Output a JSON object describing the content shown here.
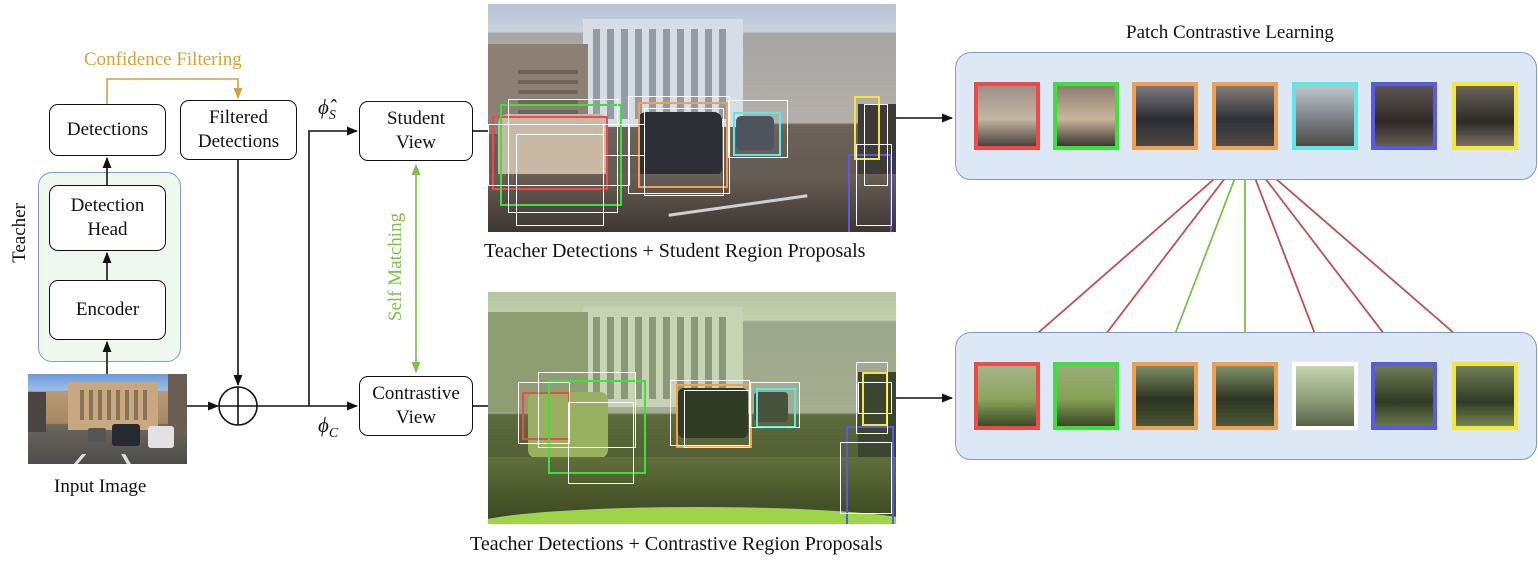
{
  "teacher_label": "Teacher",
  "confidence_filtering": "Confidence Filtering",
  "detections": "Detections",
  "filtered_detections": [
    "Filtered",
    "Detections"
  ],
  "detection_head": [
    "Detection",
    "Head"
  ],
  "encoder": "Encoder",
  "input_image": "Input Image",
  "phi_s": "ϕ̂",
  "phi_s_sub": "S",
  "phi_c": "ϕ",
  "phi_c_sub": "C",
  "student_view": [
    "Student",
    "View"
  ],
  "contrastive_view": [
    "Contrastive",
    "View"
  ],
  "self_matching": "Self Matching",
  "caption_top": "Teacher Detections + Student Region Proposals",
  "caption_bottom": "Teacher Detections + Contrastive Region Proposals",
  "patch_title": "Patch Contrastive Learning",
  "colors": {
    "confidence": "#d4a23a",
    "self_match": "#7dbf4a",
    "arrow_red": "#c0504d",
    "arrow_green": "#7dbf4a",
    "teacher_bg": "#eef8ef",
    "teacher_border": "#7e9cc3",
    "panel_bg": "#dde8f6"
  },
  "top_patches": [
    "#ee4a4a",
    "#3de03d",
    "#f0a050",
    "#f0a050",
    "#5fe6e6",
    "#5a5ae0",
    "#f5e63a"
  ],
  "bottom_patches": [
    "#ee4a4a",
    "#3de03d",
    "#f0a050",
    "#f0a050",
    "#ffffff",
    "#5a5ae0",
    "#f5e63a"
  ],
  "arrow_colors": [
    "red",
    "red",
    "green",
    "green",
    "red",
    "red",
    "red"
  ]
}
